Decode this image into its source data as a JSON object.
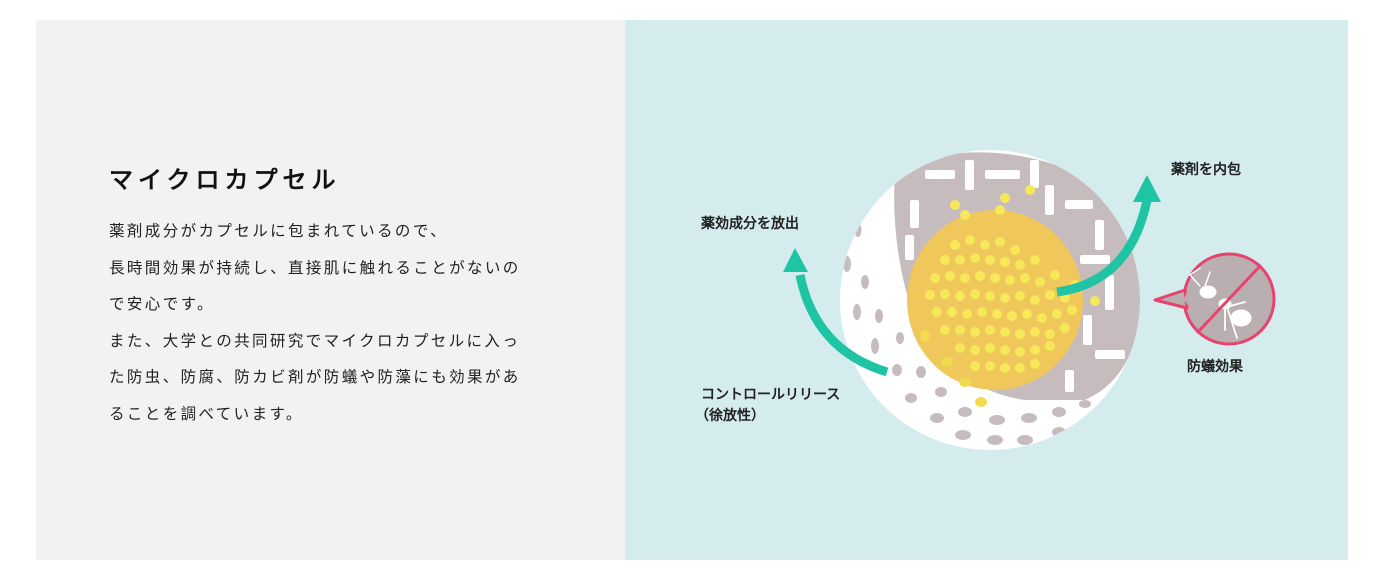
{
  "section": {
    "title": "マイクロカプセル",
    "paragraph_lines": [
      "薬剤成分がカプセルに包まれているので、",
      "長時間効果が持続し、直接肌に触れることがないの",
      "で安心です。",
      "また、大学との共同研究でマイクロカプセルに入っ",
      "た防虫、防腐、防カビ剤が防蟻や防藻にも効果があ",
      "ることを調べています。"
    ]
  },
  "diagram": {
    "labels": {
      "release": "薬効成分を放出",
      "contain": "薬剤を内包",
      "controlled_release_line1": "コントロールリリース",
      "controlled_release_line2": "（徐放性）",
      "termite_effect": "防蟻効果"
    },
    "icons": [
      "release-arrow-icon",
      "contain-arrow-icon",
      "microcapsule-icon",
      "no-ant-icon"
    ],
    "colors": {
      "panel_left": "#f2f2f2",
      "panel_right": "#d5ecef",
      "arrow": "#1ec4a4",
      "shell": "#ffffff",
      "shell_inner": "#c7bcbd",
      "core": "#f0c75a",
      "granule": "#f7e85a",
      "prohibit": "#e8436e"
    }
  }
}
